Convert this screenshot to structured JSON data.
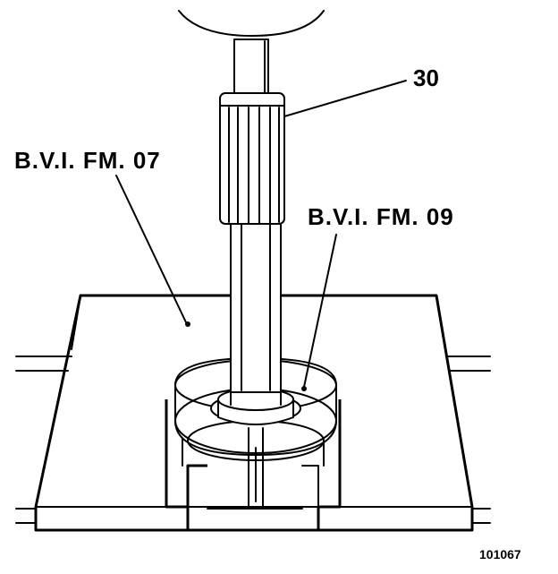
{
  "labels": {
    "tool_fm07": "B.V.I. FM. 07",
    "tool_fm09": "B.V.I. FM. 09",
    "part_number": "30",
    "figure_ref": "101067"
  }
}
